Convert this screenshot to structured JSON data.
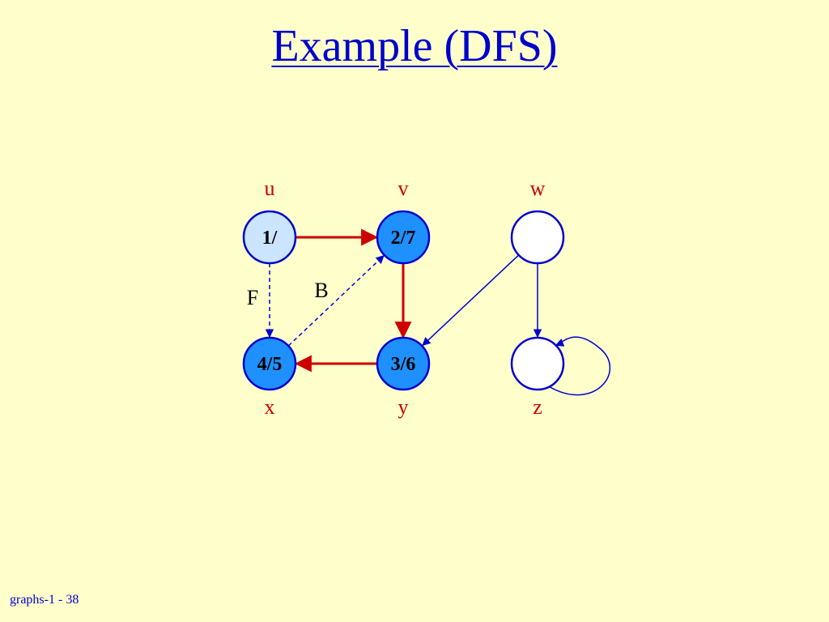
{
  "slide": {
    "title": "Example (DFS)",
    "footer": "graphs-1 - 38"
  },
  "colors": {
    "background": "#FFFFCC",
    "title": "#0000CC",
    "vertex_label": "#CC0000",
    "tree_edge": "#CC0000",
    "other_edge": "#0000CC",
    "node_outline": "#0000CC",
    "node_discovered": "#CCE5FF",
    "node_finished": "#1E90FF",
    "node_unvisited": "#FFFFFF"
  },
  "graph": {
    "nodes": [
      {
        "id": "u",
        "label": "u",
        "time": "1/",
        "state": "discovered"
      },
      {
        "id": "v",
        "label": "v",
        "time": "2/7",
        "state": "finished"
      },
      {
        "id": "w",
        "label": "w",
        "time": "",
        "state": "unvisited"
      },
      {
        "id": "x",
        "label": "x",
        "time": "4/5",
        "state": "finished"
      },
      {
        "id": "y",
        "label": "y",
        "time": "3/6",
        "state": "finished"
      },
      {
        "id": "z",
        "label": "z",
        "time": "",
        "state": "unvisited"
      }
    ],
    "edges": [
      {
        "from": "u",
        "to": "v",
        "type": "tree",
        "style": "solid"
      },
      {
        "from": "v",
        "to": "y",
        "type": "tree",
        "style": "solid"
      },
      {
        "from": "y",
        "to": "x",
        "type": "tree",
        "style": "solid"
      },
      {
        "from": "u",
        "to": "x",
        "type": "forward",
        "style": "dashed",
        "label": "F"
      },
      {
        "from": "x",
        "to": "v",
        "type": "back",
        "style": "dashed",
        "label": "B"
      },
      {
        "from": "w",
        "to": "y",
        "type": "unexplored",
        "style": "solid"
      },
      {
        "from": "w",
        "to": "z",
        "type": "unexplored",
        "style": "solid"
      },
      {
        "from": "z",
        "to": "z",
        "type": "unexplored",
        "style": "solid",
        "self_loop": true
      }
    ]
  }
}
